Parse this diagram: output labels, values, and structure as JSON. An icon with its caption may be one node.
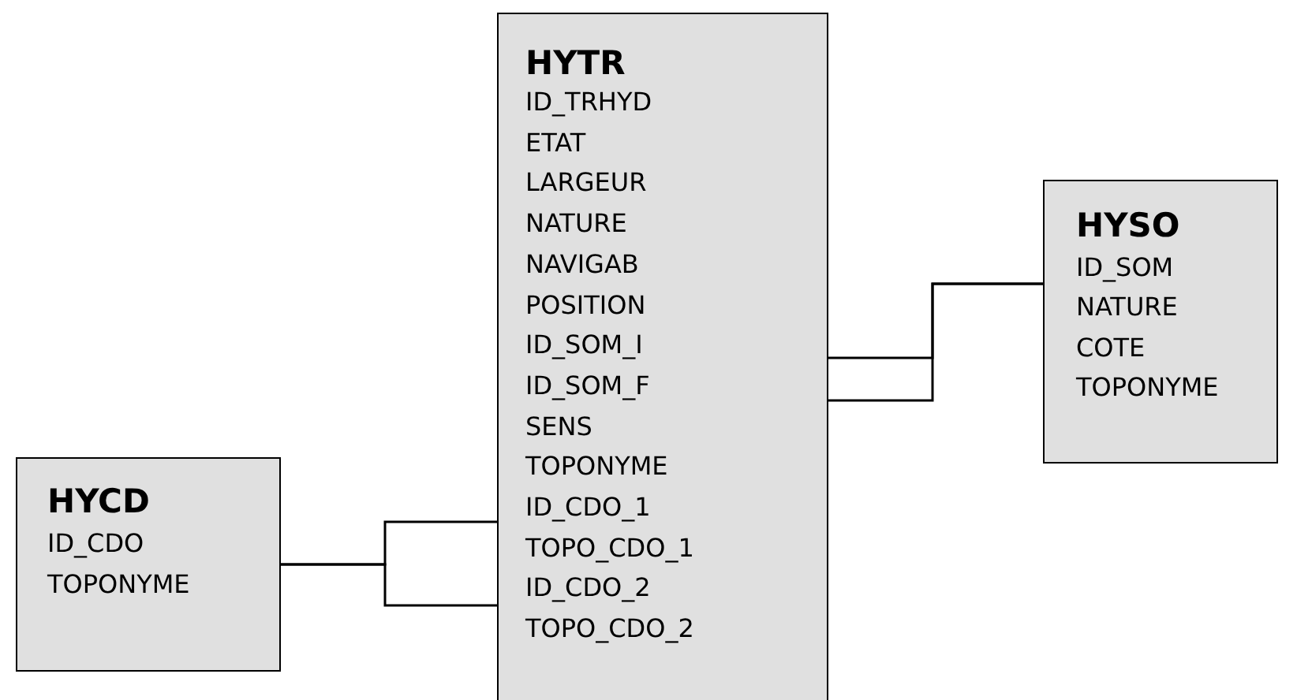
{
  "diagram": {
    "nodes": [
      {
        "text": [
          "HYCD",
          "ID_CDO",
          "TOPONYME"
        ]
      },
      {
        "text": [
          "HYTR",
          "ID_TRHYD",
          "ETAT",
          "LARGEUR",
          "NATURE",
          "NAVIGAB",
          "POSITION",
          "ID_SOM_I",
          "ID_SOM_F",
          "SENS",
          "TOPONYME",
          "ID_CDO_1",
          "TOPO_CDO_1",
          "ID_CDO_2",
          "TOPO_CDO_2"
        ]
      },
      {
        "text": [
          "HYSO",
          "ID_SOM",
          "NATURE",
          "COTE",
          "TOPONYME"
        ]
      }
    ],
    "edges": [
      {
        "from": 0,
        "to": 1,
        "arrow": "none"
      },
      {
        "from": 0,
        "to": 1,
        "arrow": "none"
      },
      {
        "from": 2,
        "to": 1,
        "arrow": "none"
      },
      {
        "from": 2,
        "to": 1,
        "arrow": "none"
      }
    ]
  }
}
